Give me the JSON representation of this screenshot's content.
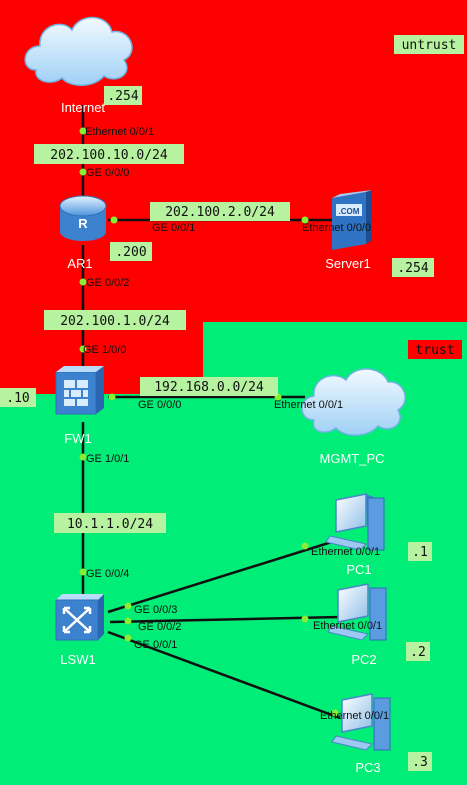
{
  "colors": {
    "untrust": "#ff0000",
    "trust": "#00ee77",
    "tag_bg": "#b7f2a0",
    "link": "#111111",
    "dot": "#88ee33"
  },
  "zones": {
    "untrust": "untrust",
    "trust": "trust"
  },
  "devices": {
    "internet": {
      "label": "Internet",
      "icon": "cloud-icon"
    },
    "ar1": {
      "label": "AR1",
      "icon": "router-icon"
    },
    "server1": {
      "label": "Server1",
      "icon": "server-icon"
    },
    "fw1": {
      "label": "FW1",
      "icon": "firewall-icon"
    },
    "mgmt_pc": {
      "label": "MGMT_PC",
      "icon": "cloud-icon"
    },
    "lsw1": {
      "label": "LSW1",
      "icon": "switch-icon"
    },
    "pc1": {
      "label": "PC1",
      "icon": "pc-icon"
    },
    "pc2": {
      "label": "PC2",
      "icon": "pc-icon"
    },
    "pc3": {
      "label": "PC3",
      "icon": "pc-icon"
    }
  },
  "subnets": {
    "internet_ar1": "202.100.10.0/24",
    "ar1_server": "202.100.2.0/24",
    "ar1_fw1": "202.100.1.0/24",
    "fw1_mgmt": "192.168.0.0/24",
    "fw1_lsw1": "10.1.1.0/24"
  },
  "hosts": {
    "internet": ".254",
    "ar1": ".200",
    "server1": ".254",
    "fw1": ".10",
    "pc1": ".1",
    "pc2": ".2",
    "pc3": ".3"
  },
  "ports": {
    "internet": "Ethernet 0/0/1",
    "ar1_up": "GE 0/0/0",
    "ar1_server": "GE 0/0/1",
    "server1": "Ethernet 0/0/0",
    "ar1_down": "GE 0/0/2",
    "fw1_up": "GE 1/0/0",
    "fw1_mgmt": "GE 0/0/0",
    "mgmt_pc": "Ethernet 0/0/1",
    "fw1_down": "GE 1/0/1",
    "lsw1_up": "GE 0/0/4",
    "lsw1_pc1": "GE 0/0/3",
    "lsw1_pc2": "GE 0/0/2",
    "lsw1_pc3": "GE 0/0/1",
    "pc1": "Ethernet 0/0/1",
    "pc2": "Ethernet 0/0/1",
    "pc3": "Ethernet 0/0/1"
  }
}
